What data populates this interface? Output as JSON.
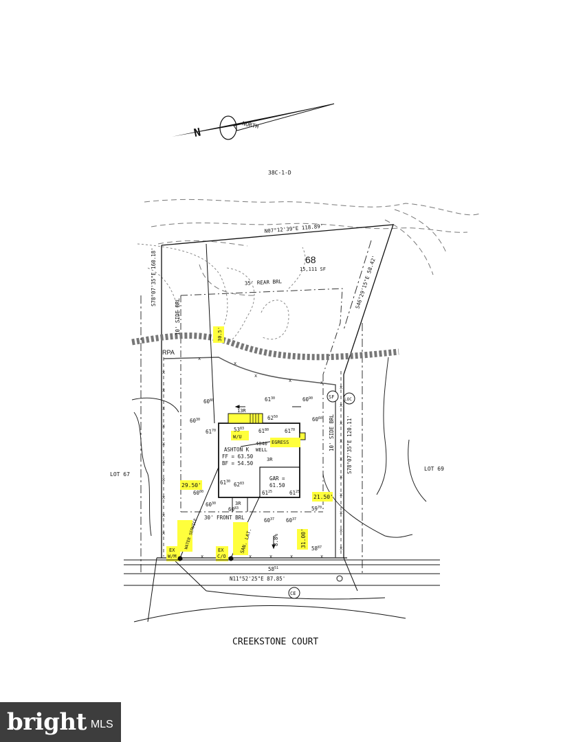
{
  "north": {
    "label": "NORTH",
    "letter": "N"
  },
  "parcel_id": "38C-1-D",
  "lot": {
    "number": "68",
    "area": "15,111 SF"
  },
  "bearings": {
    "top": "N07°12'39\"E 118.89'",
    "right_top": "S46°29'15\"E 58.42'",
    "left": "S78°07'35\"E 160.18'",
    "right": "S78°07'35\"E 120.11'",
    "bottom": "N11°52'25\"E 87.85'"
  },
  "setbacks": {
    "rear": "35' REAR BRL",
    "side_left": "10' SIDE BRL",
    "side_right": "10' SIDE BRL",
    "front": "30' FRONT BRL"
  },
  "rpa": "RPA",
  "house": {
    "model": "ASHTON K",
    "ff": "FF = 63.50",
    "bf": "BF = 54.50",
    "wu": "W/U",
    "well_num": "4040",
    "well": "WELL",
    "egress": "EGRESS",
    "gar": "GAR =",
    "gar_elev": "61.50",
    "r13": "13R",
    "r3a": "3R",
    "r3b": "3R"
  },
  "spots": [
    {
      "main": "60",
      "sup": "80"
    },
    {
      "main": "61",
      "sup": "30"
    },
    {
      "main": "60",
      "sup": "90"
    },
    {
      "main": "60",
      "sup": "30"
    },
    {
      "main": "61",
      "sup": "70"
    },
    {
      "main": "53",
      "sup": "83"
    },
    {
      "main": "62",
      "sup": "50"
    },
    {
      "main": "61",
      "sup": "80"
    },
    {
      "main": "61",
      "sup": "70"
    },
    {
      "main": "60",
      "sup": "60"
    },
    {
      "main": "61",
      "sup": "30"
    },
    {
      "main": "62",
      "sup": "83"
    },
    {
      "main": "60",
      "sup": "00"
    },
    {
      "main": "61",
      "sup": "25"
    },
    {
      "main": "61",
      "sup": "25"
    },
    {
      "main": "60",
      "sup": "30"
    },
    {
      "main": "60",
      "sup": "83"
    },
    {
      "main": "59",
      "sup": "70"
    },
    {
      "main": "60",
      "sup": "37"
    },
    {
      "main": "60",
      "sup": "37"
    },
    {
      "main": "58",
      "sup": "87"
    },
    {
      "main": "58",
      "sup": "51"
    }
  ],
  "dims": {
    "left": "29.50'",
    "right": "21.50'",
    "front": "31.00'",
    "drive_pct": "8.8%",
    "top_well": "30.5'"
  },
  "utilities": {
    "ex_wm_1": "EX",
    "ex_wm_2": "W/M",
    "water_service": "WATER SERVICE",
    "ex_co_1": "EX",
    "ex_co_2": "C/O",
    "san_lat": "SAN. LAT."
  },
  "symbols": {
    "sf": "SF",
    "loc": "LOC",
    "ce": "CE"
  },
  "neighbors": {
    "left": "LOT 67",
    "right": "LOT 69"
  },
  "street": "CREEKSTONE COURT",
  "watermark": {
    "brand": "bright",
    "suffix": "MLS"
  },
  "colors": {
    "highlight": "#ffff3c",
    "ink": "#111111",
    "watermark_bg": "#3d3d3d"
  }
}
